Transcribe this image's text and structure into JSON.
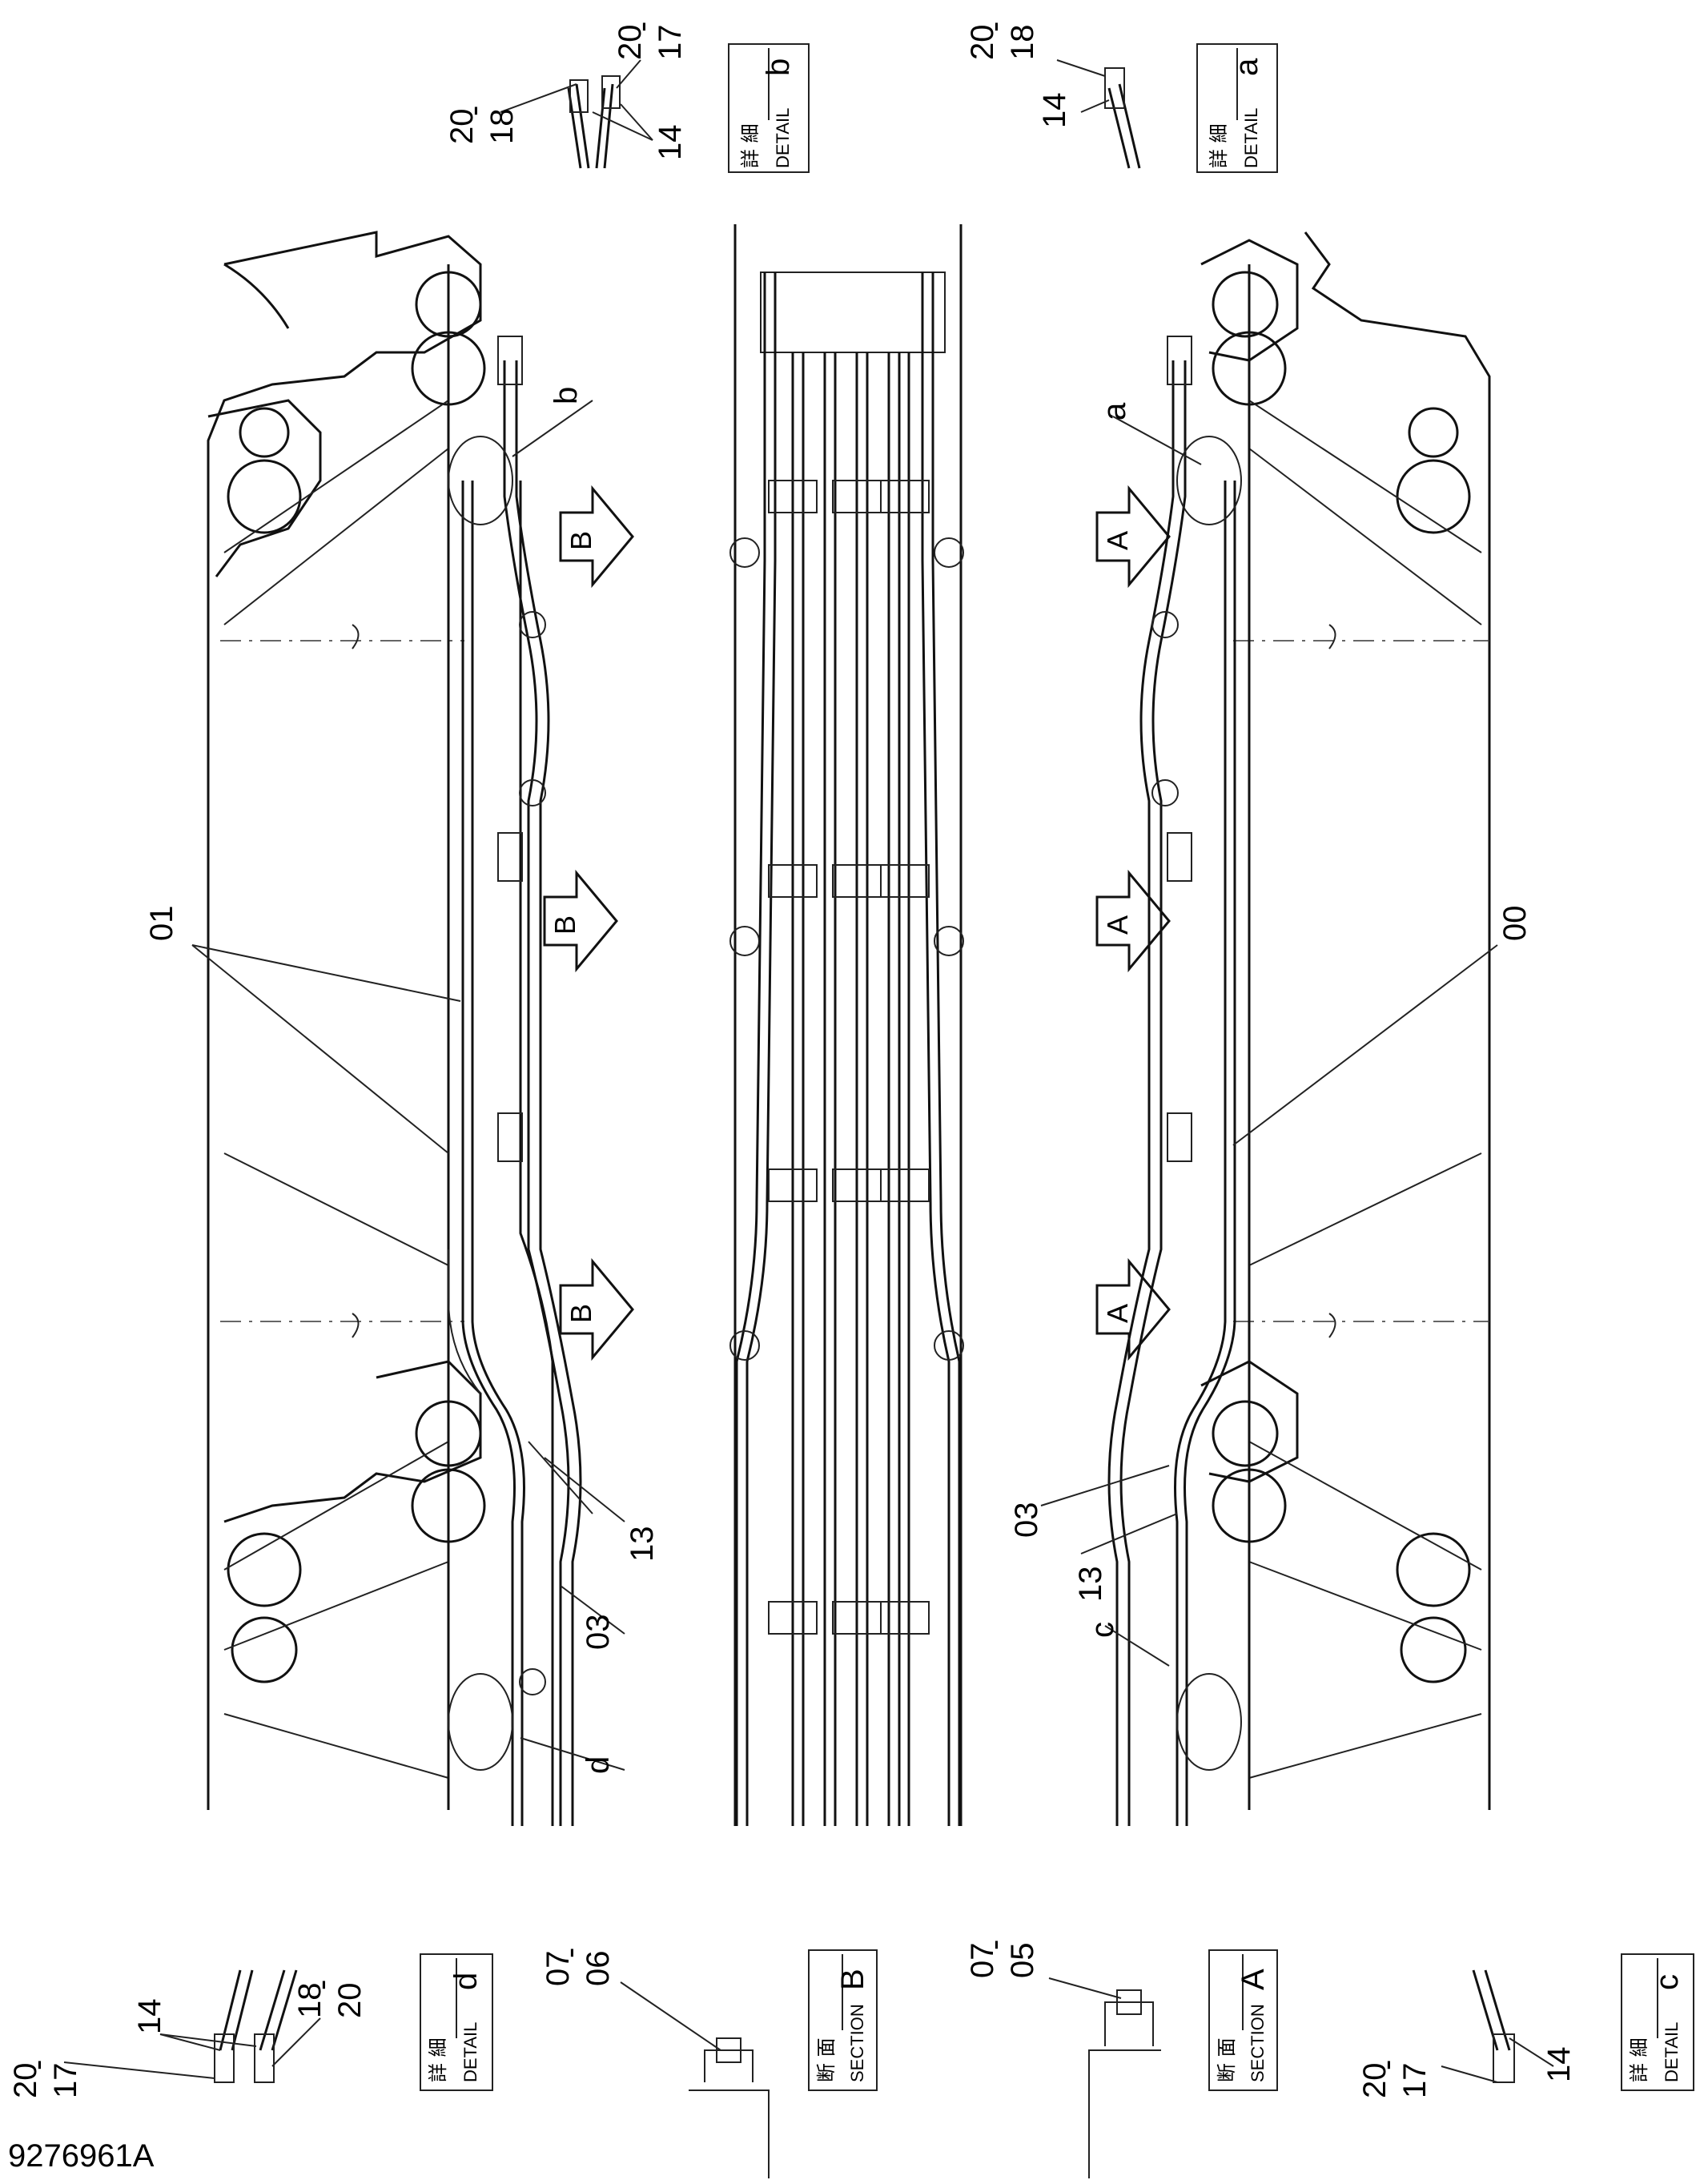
{
  "drawing_number": "9276961A",
  "detail_boxes": {
    "b": {
      "jp": "詳 細",
      "en": "DETAIL",
      "letter": "b"
    },
    "a": {
      "jp": "詳 細",
      "en": "DETAIL",
      "letter": "a"
    },
    "d": {
      "jp": "詳 細",
      "en": "DETAIL",
      "letter": "d"
    },
    "c": {
      "jp": "詳 細",
      "en": "DETAIL",
      "letter": "c"
    },
    "secB": {
      "jp": "断 面",
      "en": "SECTION",
      "letter": "B"
    },
    "secA": {
      "jp": "断 面",
      "en": "SECTION",
      "letter": "A"
    }
  },
  "callouts": {
    "top_b": [
      "20",
      "-",
      "18",
      "20",
      "-",
      "17",
      "14"
    ],
    "top_a": [
      "20",
      "-",
      "18",
      "14"
    ],
    "bot_d": [
      "20",
      "-",
      "17",
      "14",
      "18",
      "-",
      "20"
    ],
    "bot_b": [
      "07",
      "-",
      "06"
    ],
    "bot_a": [
      "07",
      "-",
      "05"
    ],
    "bot_c": [
      "20",
      "-",
      "17",
      "14"
    ]
  },
  "main_labels": {
    "l01": "01",
    "l00": "00",
    "l03a": "03",
    "l13a": "13",
    "l03b": "03",
    "l13b": "13",
    "la": "a",
    "lb": "b",
    "lc": "c",
    "ld": "d"
  },
  "view_arrows": {
    "B": "B",
    "A": "A"
  }
}
